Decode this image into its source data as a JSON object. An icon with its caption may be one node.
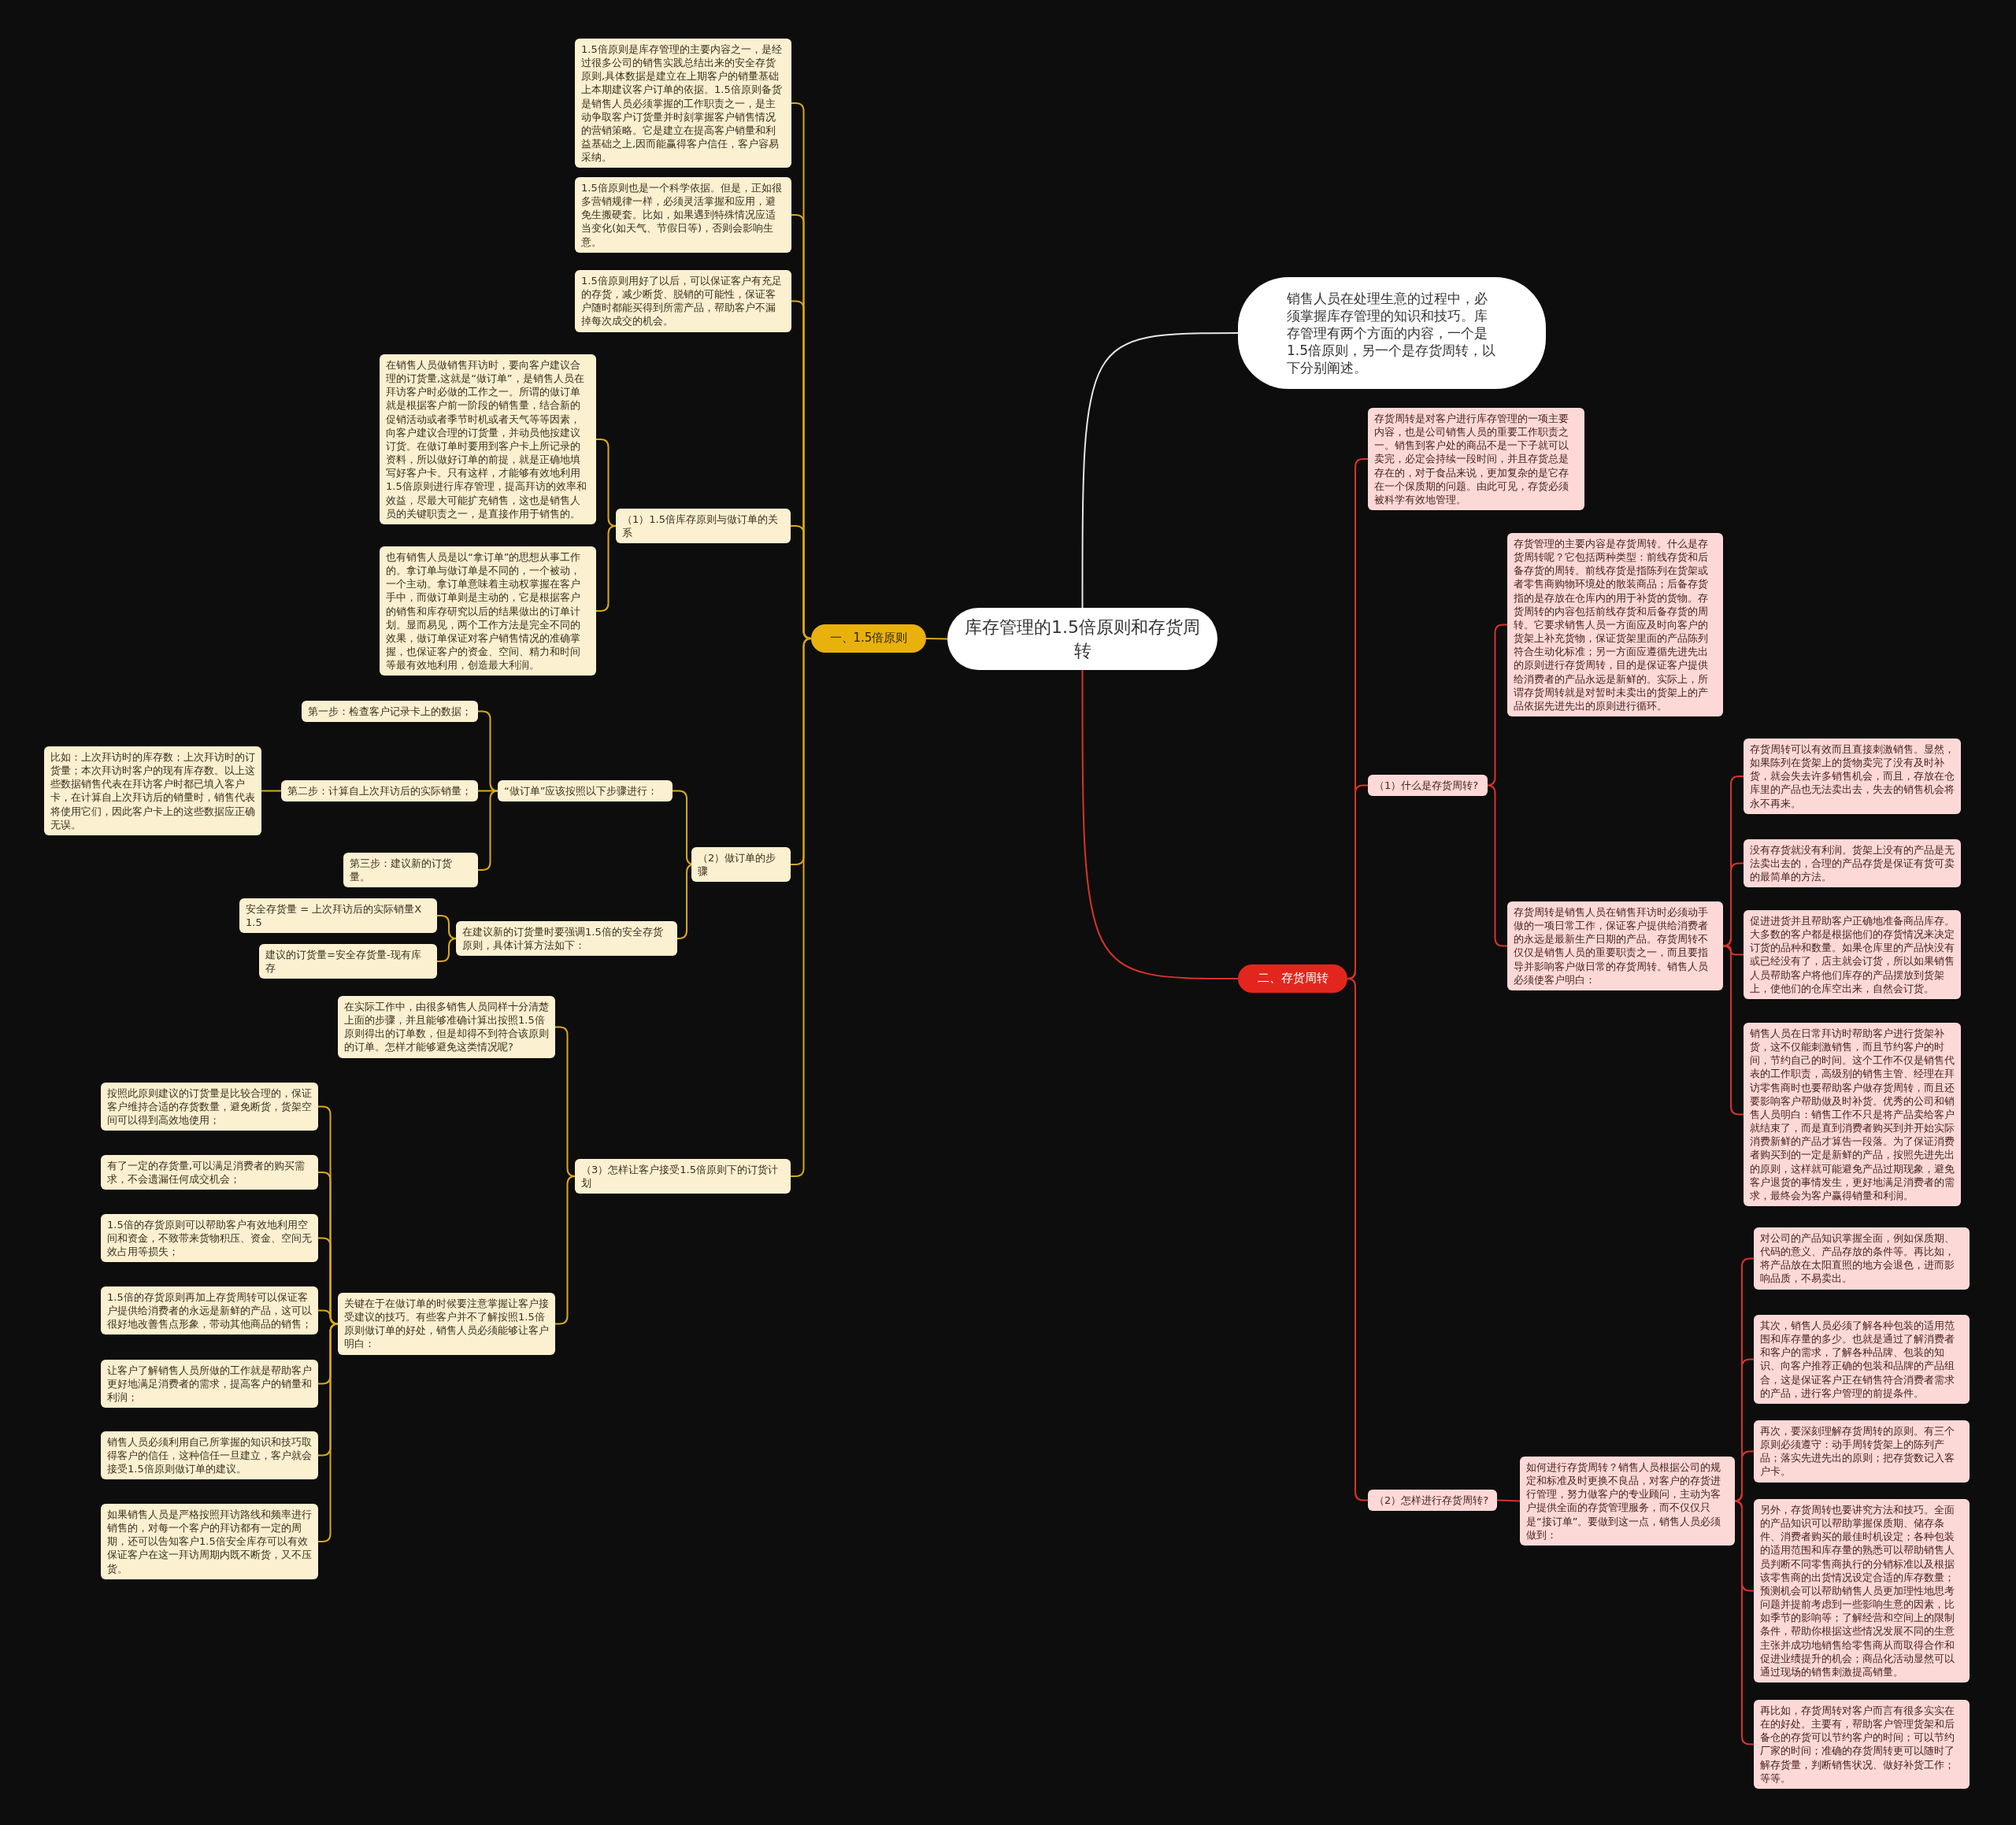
{
  "diagram": {
    "nodes": [
      {
        "text": [
          "库存管理的1.5倍原则和存货周转"
        ]
      },
      {
        "text": [
          "销售人员在处理生意的过程中，必须掌握库存管理的知识和技巧。库存管理有两个方面的内容，一个是1.5倍原则，另一个是存货周转，以下分别阐述。"
        ]
      },
      {
        "text": [
          "一、1.5倍原则"
        ]
      },
      {
        "text": [
          "1.5倍原则是库存管理的主要内容之一，是经过很多公司的销售实践总结出来的安全存货原则,具体数据是建立在上期客户的销量基础上本期建议客户订单的依据。1.5倍原则备货是销售人员必须掌握的工作职责之一，是主动争取客户订货量并时刻掌握客户销售情况的营销策略。它是建立在提高客户销量和利益基础之上,因而能赢得客户信任，客户容易采纳。"
        ]
      },
      {
        "text": [
          "1.5倍原则也是一个科学依据。但是，正如很多营销规律一样，必须灵活掌握和应用，避免生搬硬套。比如，如果遇到特殊情况应适当变化(如天气、节假日等)，否则会影响生意。"
        ]
      },
      {
        "text": [
          "1.5倍原则用好了以后，可以保证客户有充足的存货，减少断货、脱销的可能性，保证客户随时都能买得到所需产品，帮助客户不漏掉每次成交的机会。"
        ]
      },
      {
        "text": [
          "（1）1.5倍库存原则与做订单的关系"
        ]
      },
      {
        "text": [
          "在销售人员做销售拜访时，要向客户建议合理的订货量,这就是“做订单”，是销售人员在拜访客户时必做的工作之一。所谓的做订单就是根据客户前一阶段的销售量，结合新的促销活动或者季节时机或者天气等等因素，向客户建议合理的订货量，并动员他按建议订货。在做订单时要用到客户卡上所记录的资料，所以做好订单的前提，就是正确地填写好客户卡。只有这样，才能够有效地利用1.5倍原则进行库存管理，提高拜访的效率和效益，尽最大可能扩充销售，这也是销售人员的关键职责之一，是直接作用于销售的。"
        ]
      },
      {
        "text": [
          "也有销售人员是以“拿订单”的思想从事工作的。拿订单与做订单是不同的，一个被动，一个主动。拿订单意味着主动权掌握在客户手中，而做订单则是主动的，它是根据客户的销售和库存研究以后的结果做出的订单计划。显而易见，两个工作方法是完全不同的效果，做订单保证对客户销售情况的准确掌握，也保证客户的资金、空间、精力和时间等最有效地利用，创造最大利润。"
        ]
      },
      {
        "text": [
          "（2）做订单的步骤"
        ]
      },
      {
        "text": [
          "“做订单”应该按照以下步骤进行："
        ]
      },
      {
        "text": [
          "第一步：检查客户记录卡上的数据；"
        ]
      },
      {
        "text": [
          "第二步：计算自上次拜访后的实际销量；"
        ]
      },
      {
        "text": [
          "比如：上次拜访时的库存数；上次拜访时的订货量；本次拜访时客户的现有库存数。以上这些数据销售代表在拜访客户时都已填入客户卡，在计算自上次拜访后的销量时，销售代表将使用它们，因此客户卡上的这些数据应正确无误。"
        ]
      },
      {
        "text": [
          "第三步：建议新的订货量。"
        ]
      },
      {
        "text": [
          "在建议新的订货量时要强调1.5倍的安全存货原则，具体计算方法如下："
        ]
      },
      {
        "text": [
          "安全存货量 = 上次拜访后的实际销量X1.5"
        ]
      },
      {
        "text": [
          "建议的订货量=安全存货量-现有库存"
        ]
      },
      {
        "text": [
          "（3）怎样让客户接受1.5倍原则下的订货计划"
        ]
      },
      {
        "text": [
          "在实际工作中，由很多销售人员同样十分清楚上面的步骤，并且能够准确计算出按照1.5倍原则得出的订单数，但是却得不到符合该原则的订单。怎样才能够避免这类情况呢?"
        ]
      },
      {
        "text": [
          "关键在于在做订单的时候要注意掌握让客户接受建议的技巧。有些客户并不了解按照1.5倍原则做订单的好处，销售人员必须能够让客户明白："
        ]
      },
      {
        "text": [
          "按照此原则建议的订货量是比较合理的，保证客户维持合适的存货数量，避免断货，货架空间可以得到高效地使用；"
        ]
      },
      {
        "text": [
          "有了一定的存货量,可以满足消费者的购买需求，不会遗漏任何成交机会；"
        ]
      },
      {
        "text": [
          "1.5倍的存货原则可以帮助客户有效地利用空间和资金，不致带来货物积压、资金、空间无效占用等损失；"
        ]
      },
      {
        "text": [
          "1.5倍的存货原则再加上存货周转可以保证客户提供给消费者的永远是新鲜的产品，这可以很好地改善售点形象，带动其他商品的销售；"
        ]
      },
      {
        "text": [
          "让客户了解销售人员所做的工作就是帮助客户更好地满足消费者的需求，提高客户的销量和利润；"
        ]
      },
      {
        "text": [
          "销售人员必须利用自己所掌握的知识和技巧取得客户的信任，这种信任一旦建立，客户就会接受1.5倍原则做订单的建议。"
        ]
      },
      {
        "text": [
          "如果销售人员是严格按照拜访路线和频率进行销售的，对每一个客户的拜访都有一定的周期，还可以告知客户1.5倍安全库存可以有效保证客户在这一拜访周期内既不断货，又不压货。"
        ]
      },
      {
        "text": [
          "二、存货周转"
        ]
      },
      {
        "text": [
          "存货周转是对客户进行库存管理的一项主要内容，也是公司销售人员的重要工作职责之一。销售到客户处的商品不是一下子就可以卖完，必定会持续一段时间，并且存货总是存在的，对于食品来说，更加复杂的是它存在一个保质期的问题。由此可见，存货必须被科学有效地管理。"
        ]
      },
      {
        "text": [
          "（1）什么是存货周转?"
        ]
      },
      {
        "text": [
          "存货管理的主要内容是存货周转。什么是存货周转呢？它包括两种类型：前线存货和后备存货的周转。前线存货是指陈列在货架或者零售商购物环境处的散装商品；后备存货指的是存放在仓库内的用于补货的货物。存货周转的内容包括前线存货和后备存货的周转。它要求销售人员一方面应及时向客户的货架上补充货物，保证货架里面的产品陈列符合生动化标准；另一方面应遵循先进先出的原则进行存货周转，目的是保证客户提供给消费者的产品永远是新鲜的。实际上，所谓存货周转就是对暂时未卖出的货架上的产品依据先进先出的原则进行循环。"
        ]
      },
      {
        "text": [
          "存货周转是销售人员在销售拜访时必须动手做的一项日常工作，保证客户提供给消费者的永远是最新生产日期的产品。存货周转不仅仅是销售人员的重要职责之一，而且要指导并影响客户做日常的存货周转。销售人员必须使客户明白："
        ]
      },
      {
        "text": [
          "存货周转可以有效而且直接刺激销售。显然，如果陈列在货架上的货物卖完了没有及时补货，就会失去许多销售机会，而且，存放在仓库里的产品也无法卖出去，失去的销售机会将永不再来。"
        ]
      },
      {
        "text": [
          "没有存货就没有利润。货架上没有的产品是无法卖出去的，合理的产品存货是保证有货可卖的最简单的方法。"
        ]
      },
      {
        "text": [
          "促进进货并且帮助客户正确地准备商品库存。大多数的客户都是根据他们的存货情况来决定订货的品种和数量。如果仓库里的产品快没有或已经没有了，店主就会订货，所以如果销售人员帮助客户将他们库存的产品摆放到货架上，使他们的仓库空出来，自然会订货。"
        ]
      },
      {
        "text": [
          "销售人员在日常拜访时帮助客户进行货架补货，这不仅能刺激销售，而且节约客户的时间，节约自己的时间。这个工作不仅是销售代表的工作职责，高级别的销售主管、经理在拜访零售商时也要帮助客户做存货周转，而且还要影响客户帮助做及时补货。优秀的公司和销售人员明白：销售工作不只是将产品卖给客户就结束了，而是直到消费者购买到并开始实际消费新鲜的产品才算告一段落。为了保证消费者购买到的一定是新鲜的产品，按照先进先出的原则，这样就可能避免产品过期现象，避免客户退货的事情发生，更好地满足消费者的需求，最终会为客户赢得销量和利润。"
        ]
      },
      {
        "text": [
          "（2）怎样进行存货周转?"
        ]
      },
      {
        "text": [
          "如何进行存货周转？销售人员根据公司的规定和标准及时更换不良品，对客户的存货进行管理，努力做客户的专业顾问，主动为客户提供全面的存货管理服务，而不仅仅只是“接订单”。要做到这一点，销售人员必须做到："
        ]
      },
      {
        "text": [
          "对公司的产品知识掌握全面，例如保质期、代码的意义、产品存放的条件等。再比如，将产品放在太阳直照的地方会退色，进而影响品质，不易卖出。"
        ]
      },
      {
        "text": [
          "其次，销售人员必须了解各种包装的适用范围和库存量的多少。也就是通过了解消费者和客户的需求，了解各种品牌、包装的知识、向客户推荐正确的包装和品牌的产品组合，这是保证客户正在销售符合消费者需求的产品，进行客户管理的前提条件。"
        ]
      },
      {
        "text": [
          "再次，要深刻理解存货周转的原则。有三个原则必须遵守：动手周转货架上的陈列产品；落实先进先出的原则；把存货数记入客户卡。"
        ]
      },
      {
        "text": [
          "另外，存货周转也要讲究方法和技巧。全面的产品知识可以帮助掌握保质期、储存条件、消费者购买的最佳时机设定；各种包装的适用范围和库存量的熟悉可以帮助销售人员判断不同零售商执行的分销标准以及根据该零售商的出货情况设定合适的库存数量；预测机会可以帮助销售人员更加理性地思考问题并提前考虑到一些影响生意的因素，比如季节的影响等；了解经营和空间上的限制条件，帮助你根据这些情况发展不同的生意主张并成功地销售给零售商从而取得合作和促进业绩提升的机会；商品化活动显然可以通过现场的销售刺激提高销量。"
        ]
      },
      {
        "text": [
          "再比如，存货周转对客户而言有很多实实在在的好处。主要有，帮助客户管理货架和后备仓的存货可以节约客户的时间；可以节约厂家的时间；准确的存货周转更可以随时了解存货量，判断销售状况、做好补货工作；等等。"
        ]
      }
    ],
    "edges": [
      {
        "from": 0,
        "to": 1,
        "arrow": "none",
        "color": "#e6e6e6"
      },
      {
        "from": 0,
        "to": 2,
        "arrow": "none"
      },
      {
        "from": 2,
        "to": 3,
        "arrow": "none"
      },
      {
        "from": 2,
        "to": 4,
        "arrow": "none"
      },
      {
        "from": 2,
        "to": 5,
        "arrow": "none"
      },
      {
        "from": 2,
        "to": 6,
        "arrow": "none"
      },
      {
        "from": 6,
        "to": 7,
        "arrow": "none"
      },
      {
        "from": 6,
        "to": 8,
        "arrow": "none"
      },
      {
        "from": 2,
        "to": 9,
        "arrow": "none"
      },
      {
        "from": 9,
        "to": 10,
        "arrow": "none"
      },
      {
        "from": 10,
        "to": 11,
        "arrow": "none"
      },
      {
        "from": 10,
        "to": 12,
        "arrow": "none"
      },
      {
        "from": 12,
        "to": 13,
        "arrow": "none"
      },
      {
        "from": 10,
        "to": 14,
        "arrow": "none"
      },
      {
        "from": 9,
        "to": 15,
        "arrow": "none"
      },
      {
        "from": 15,
        "to": 16,
        "arrow": "none"
      },
      {
        "from": 15,
        "to": 17,
        "arrow": "none"
      },
      {
        "from": 2,
        "to": 18,
        "arrow": "none"
      },
      {
        "from": 18,
        "to": 19,
        "arrow": "none"
      },
      {
        "from": 18,
        "to": 20,
        "arrow": "none"
      },
      {
        "from": 20,
        "to": 21,
        "arrow": "none"
      },
      {
        "from": 20,
        "to": 22,
        "arrow": "none"
      },
      {
        "from": 20,
        "to": 23,
        "arrow": "none"
      },
      {
        "from": 20,
        "to": 24,
        "arrow": "none"
      },
      {
        "from": 20,
        "to": 25,
        "arrow": "none"
      },
      {
        "from": 20,
        "to": 26,
        "arrow": "none"
      },
      {
        "from": 20,
        "to": 27,
        "arrow": "none"
      },
      {
        "from": 0,
        "to": 28,
        "arrow": "none",
        "color": "#d8332a"
      },
      {
        "from": 28,
        "to": 29,
        "arrow": "none",
        "color": "#d8332a"
      },
      {
        "from": 28,
        "to": 30,
        "arrow": "none",
        "color": "#d8332a"
      },
      {
        "from": 30,
        "to": 31,
        "arrow": "none",
        "color": "#d8332a"
      },
      {
        "from": 30,
        "to": 32,
        "arrow": "none",
        "color": "#d8332a"
      },
      {
        "from": 32,
        "to": 33,
        "arrow": "none",
        "color": "#d8332a"
      },
      {
        "from": 32,
        "to": 34,
        "arrow": "none",
        "color": "#d8332a"
      },
      {
        "from": 32,
        "to": 35,
        "arrow": "none",
        "color": "#d8332a"
      },
      {
        "from": 32,
        "to": 36,
        "arrow": "none",
        "color": "#d8332a"
      },
      {
        "from": 28,
        "to": 37,
        "arrow": "none",
        "color": "#d8332a"
      },
      {
        "from": 37,
        "to": 38,
        "arrow": "none",
        "color": "#d8332a"
      },
      {
        "from": 38,
        "to": 39,
        "arrow": "none",
        "color": "#d8332a"
      },
      {
        "from": 38,
        "to": 40,
        "arrow": "none",
        "color": "#d8332a"
      },
      {
        "from": 38,
        "to": 41,
        "arrow": "none",
        "color": "#d8332a"
      },
      {
        "from": 38,
        "to": 42,
        "arrow": "none",
        "color": "#d8332a"
      },
      {
        "from": 38,
        "to": 43,
        "arrow": "none",
        "color": "#d8332a"
      }
    ]
  }
}
